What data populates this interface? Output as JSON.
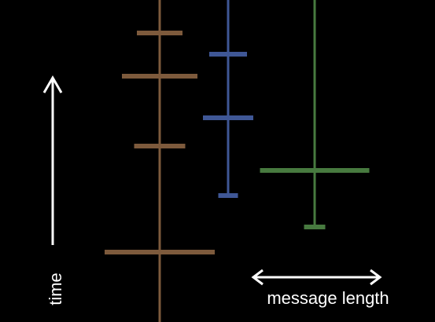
{
  "labels": {
    "time": "time",
    "message_length": "message length"
  },
  "colors": {
    "background": "#000000",
    "arrow": "#ffffff"
  },
  "timelines": [
    {
      "color": "#7d5a3c",
      "messages": [
        {
          "length": 58
        },
        {
          "length": 96
        },
        {
          "length": 65
        },
        {
          "length": 140
        }
      ]
    },
    {
      "color": "#3f5796",
      "messages": [
        {
          "length": 48
        },
        {
          "length": 64
        },
        {
          "length": 25
        }
      ]
    },
    {
      "color": "#477a3f",
      "messages": [
        {
          "length": 139
        },
        {
          "length": 27
        }
      ]
    }
  ]
}
